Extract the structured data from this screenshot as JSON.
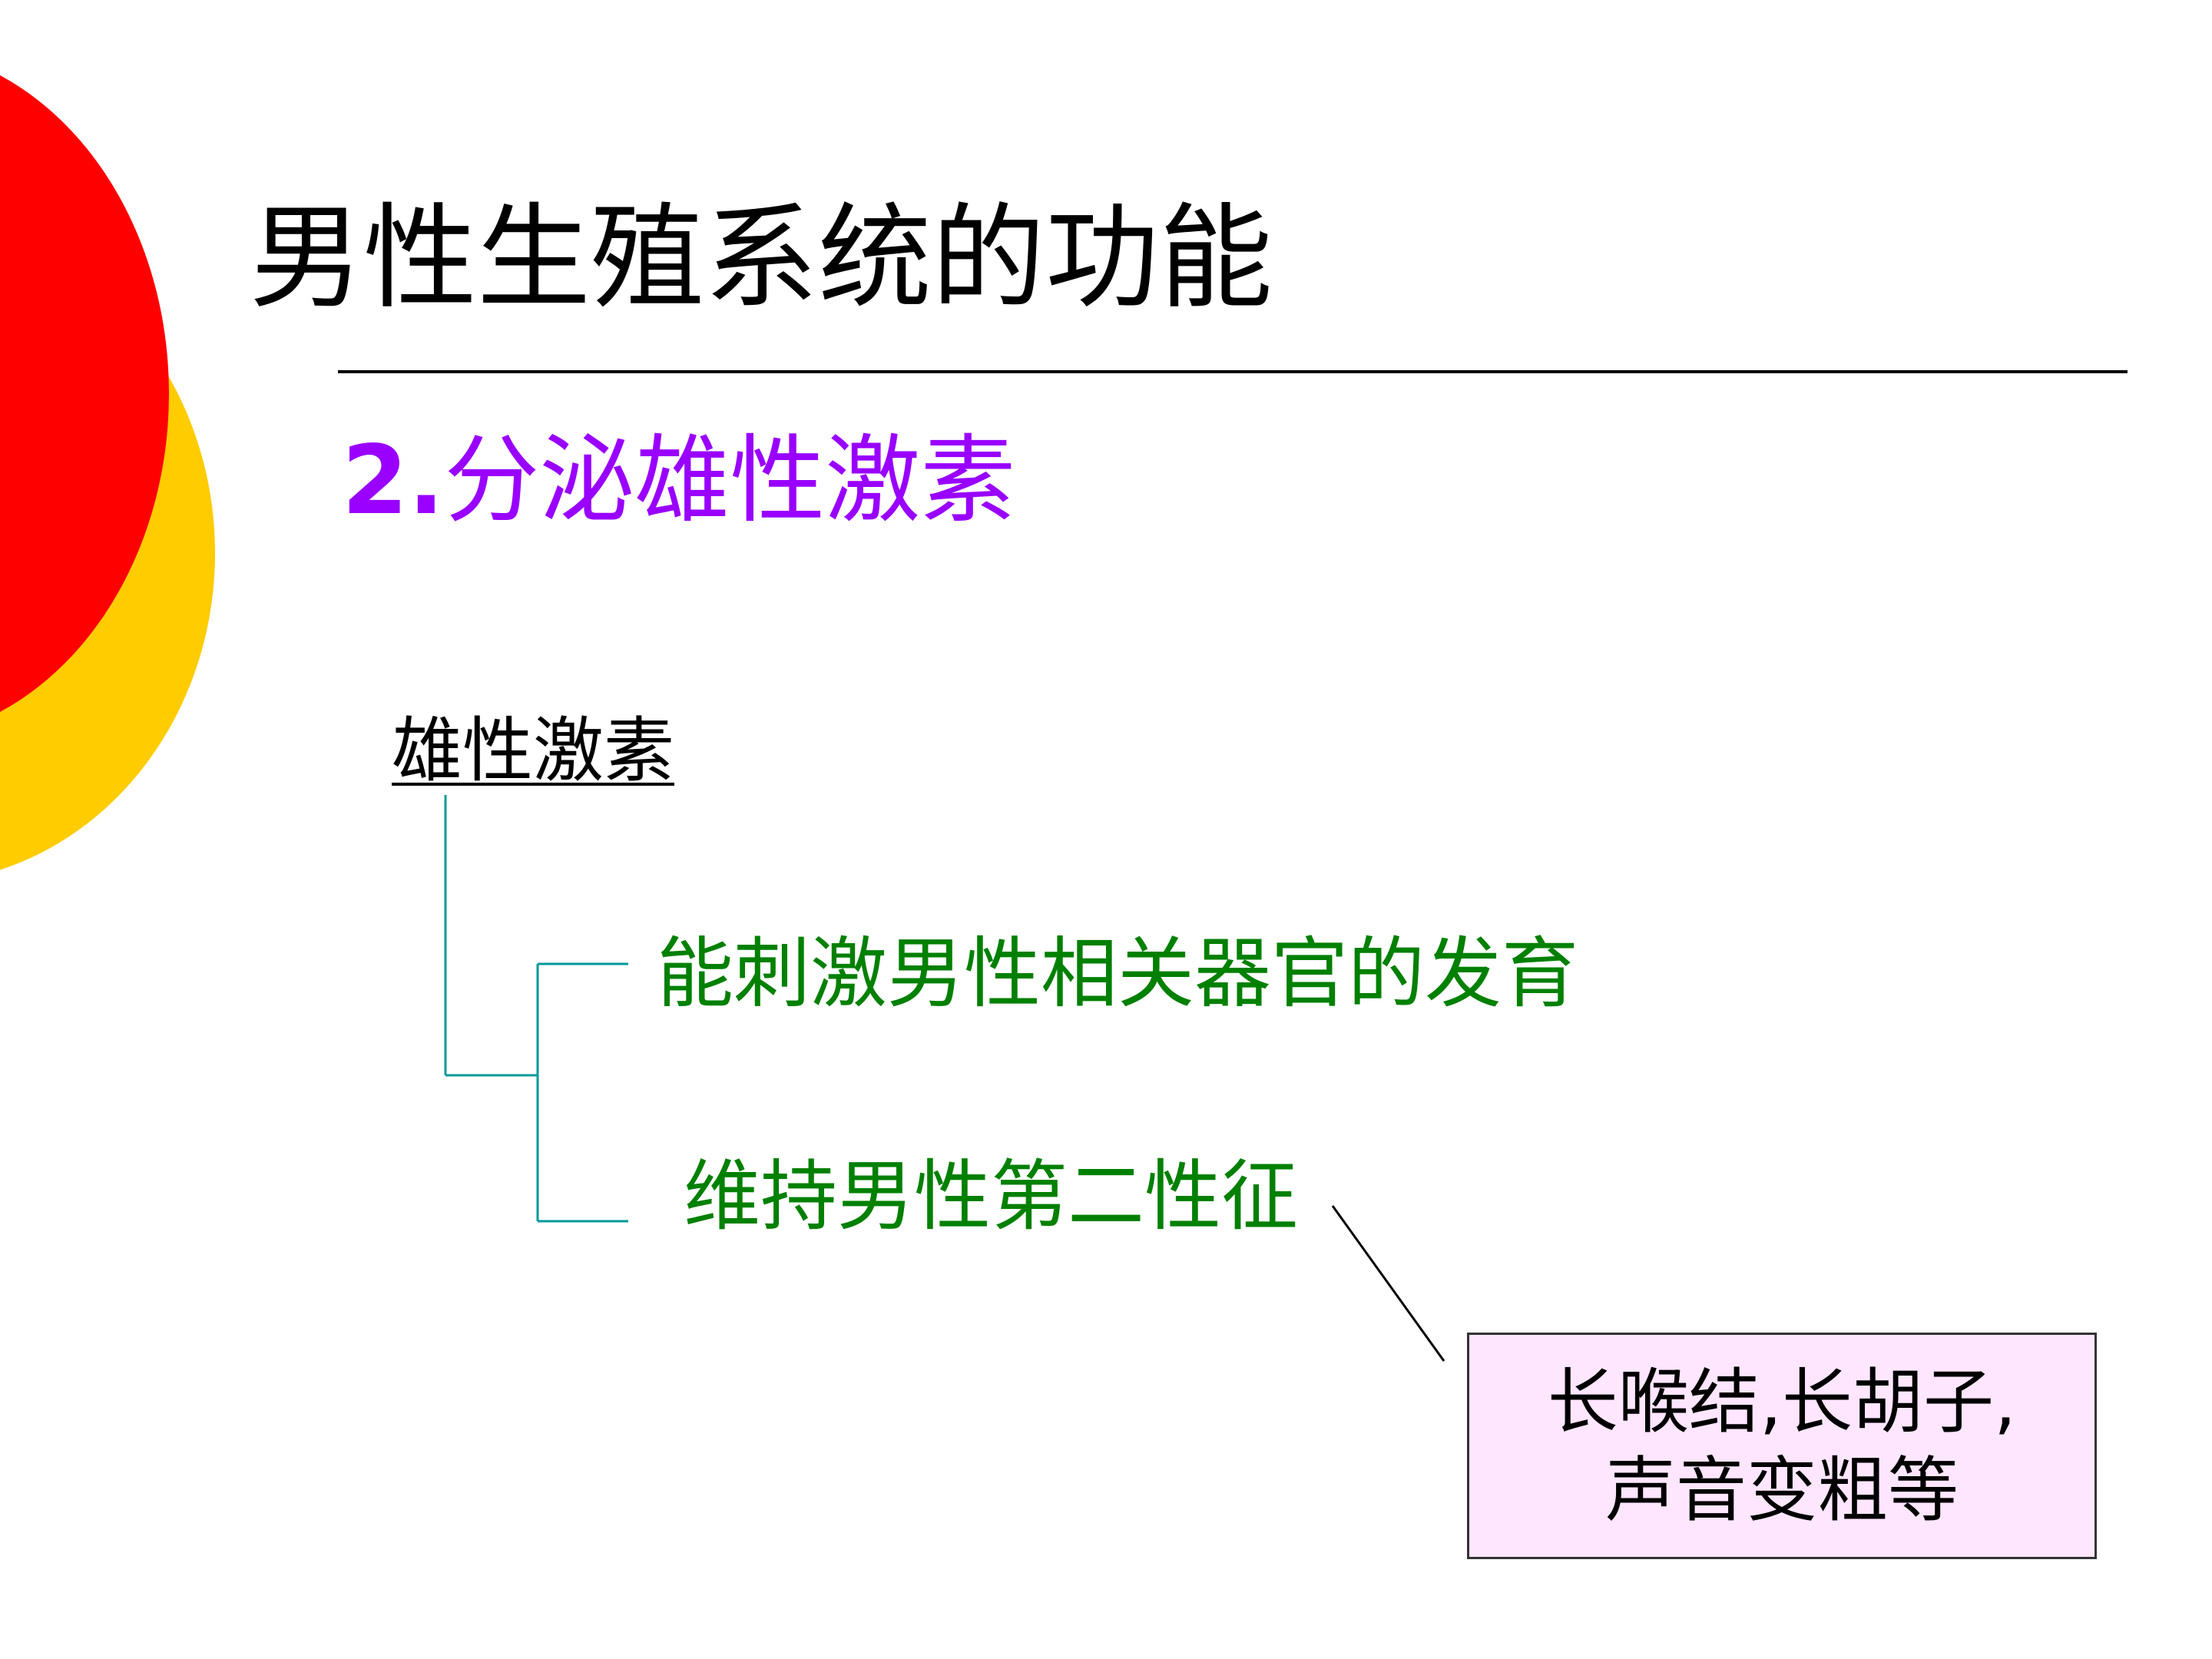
{
  "slide": {
    "title": "男性生殖系统的功能",
    "subtitle_number": "2.",
    "subtitle_text": "分泌雄性激素",
    "root_term": "雄性激素",
    "branches": [
      "能刺激男性相关器官的发育",
      "维持男性第二性征"
    ],
    "callout": {
      "line1": "长喉结,长胡子,",
      "line2": "声音变粗等"
    }
  },
  "colors": {
    "decor_red": "#ff0000",
    "decor_yellow": "#ffcc00",
    "subtitle": "#9900ff",
    "branch_text": "#008000",
    "connector": "#009999",
    "callout_fill": "#ffe6ff"
  }
}
